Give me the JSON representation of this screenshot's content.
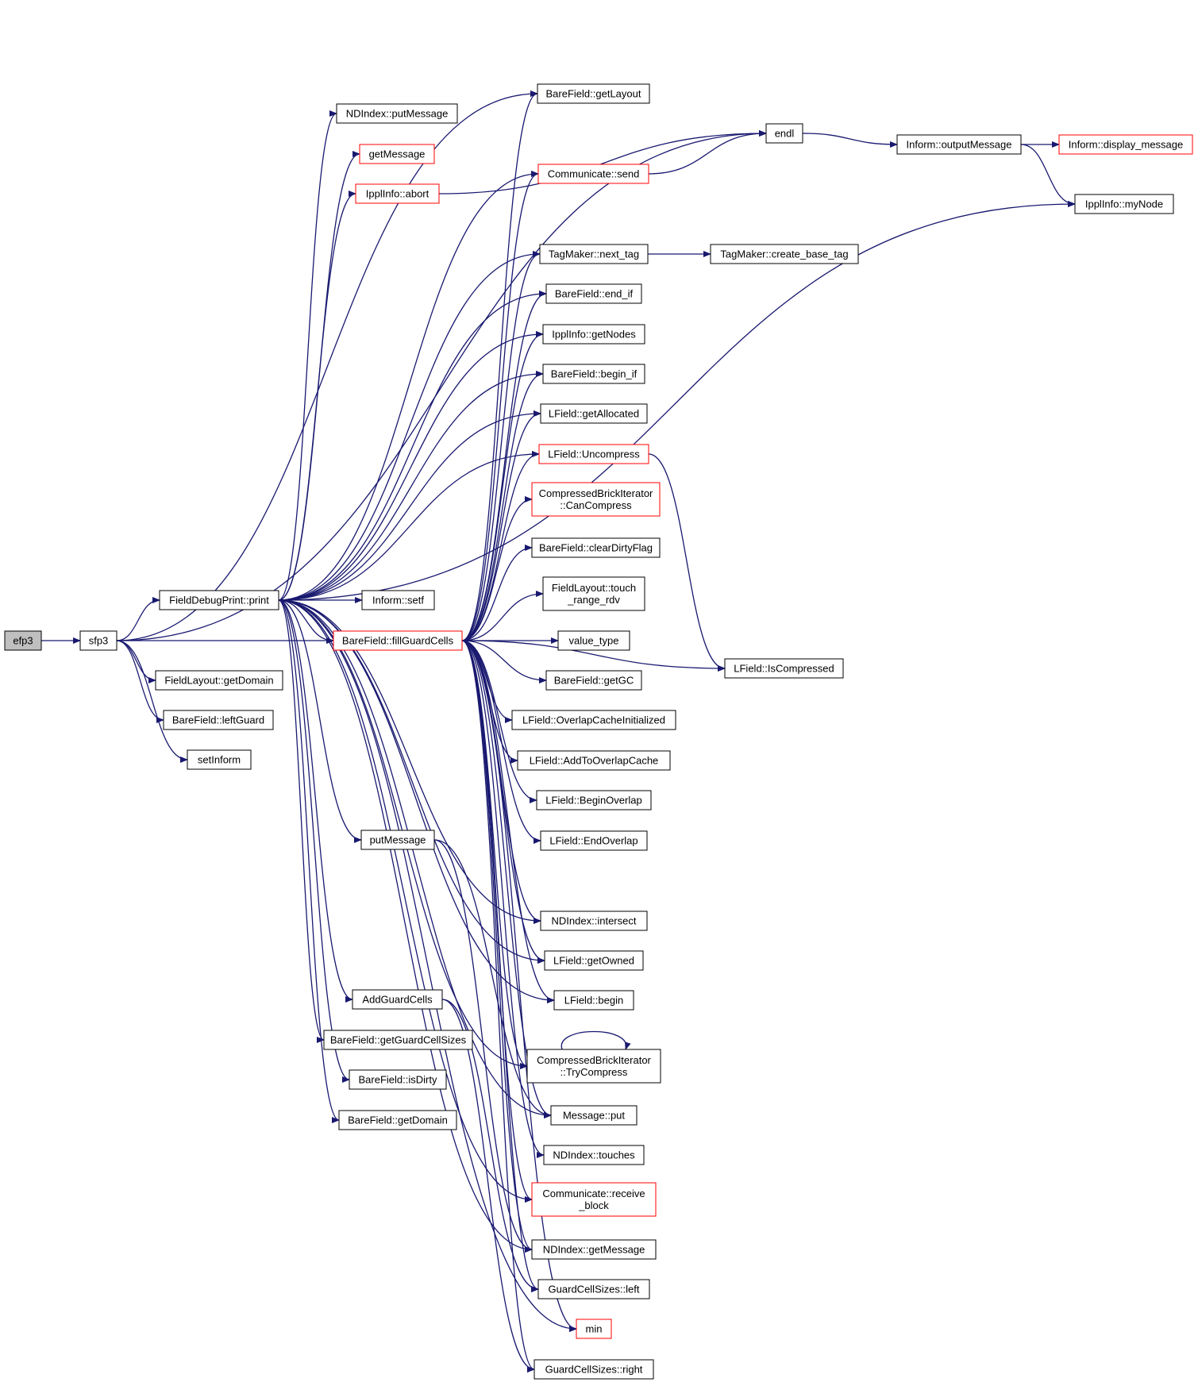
{
  "colors": {
    "edge": "#191970",
    "border_normal": "#000000",
    "border_truncated": "#ff0000",
    "fill_root": "#bfbfbf",
    "fill_node": "#ffffff",
    "text": "#000000"
  },
  "nodes": [
    {
      "id": "efp3",
      "lines": [
        "efp3"
      ],
      "style": "root"
    },
    {
      "id": "sfp3",
      "lines": [
        "sfp3"
      ],
      "style": "normal"
    },
    {
      "id": "fdp_print",
      "lines": [
        "FieldDebugPrint::print"
      ],
      "style": "normal"
    },
    {
      "id": "fl_getDomain",
      "lines": [
        "FieldLayout::getDomain"
      ],
      "style": "normal"
    },
    {
      "id": "bf_leftGuard",
      "lines": [
        "BareField::leftGuard"
      ],
      "style": "normal"
    },
    {
      "id": "setInform",
      "lines": [
        "setInform"
      ],
      "style": "normal"
    },
    {
      "id": "ndi_putMessage",
      "lines": [
        "NDIndex::putMessage"
      ],
      "style": "normal"
    },
    {
      "id": "getMessage",
      "lines": [
        "getMessage"
      ],
      "style": "truncated"
    },
    {
      "id": "ippl_abort",
      "lines": [
        "IpplInfo::abort"
      ],
      "style": "truncated"
    },
    {
      "id": "inform_setf",
      "lines": [
        "Inform::setf"
      ],
      "style": "normal"
    },
    {
      "id": "bf_fillGuardCells",
      "lines": [
        "BareField::fillGuardCells"
      ],
      "style": "truncated"
    },
    {
      "id": "putMessage",
      "lines": [
        "putMessage"
      ],
      "style": "normal"
    },
    {
      "id": "addGuardCells",
      "lines": [
        "AddGuardCells"
      ],
      "style": "normal"
    },
    {
      "id": "bf_getGuardCellSizes",
      "lines": [
        "BareField::getGuardCellSizes"
      ],
      "style": "normal"
    },
    {
      "id": "bf_isDirty",
      "lines": [
        "BareField::isDirty"
      ],
      "style": "normal"
    },
    {
      "id": "bf_getDomain",
      "lines": [
        "BareField::getDomain"
      ],
      "style": "normal"
    },
    {
      "id": "bf_getLayout",
      "lines": [
        "BareField::getLayout"
      ],
      "style": "normal"
    },
    {
      "id": "comm_send",
      "lines": [
        "Communicate::send"
      ],
      "style": "truncated"
    },
    {
      "id": "tag_next",
      "lines": [
        "TagMaker::next_tag"
      ],
      "style": "normal"
    },
    {
      "id": "bf_end_if",
      "lines": [
        "BareField::end_if"
      ],
      "style": "normal"
    },
    {
      "id": "ippl_getNodes",
      "lines": [
        "IpplInfo::getNodes"
      ],
      "style": "normal"
    },
    {
      "id": "bf_begin_if",
      "lines": [
        "BareField::begin_if"
      ],
      "style": "normal"
    },
    {
      "id": "lf_getAllocated",
      "lines": [
        "LField::getAllocated"
      ],
      "style": "normal"
    },
    {
      "id": "lf_uncompress",
      "lines": [
        "LField::Uncompress"
      ],
      "style": "truncated"
    },
    {
      "id": "cbi_canCompress",
      "lines": [
        "CompressedBrickIterator",
        "::CanCompress"
      ],
      "style": "truncated"
    },
    {
      "id": "bf_clearDirty",
      "lines": [
        "BareField::clearDirtyFlag"
      ],
      "style": "normal"
    },
    {
      "id": "fl_touch",
      "lines": [
        "FieldLayout::touch",
        "_range_rdv"
      ],
      "style": "normal"
    },
    {
      "id": "value_type",
      "lines": [
        "value_type"
      ],
      "style": "normal"
    },
    {
      "id": "bf_getGC",
      "lines": [
        "BareField::getGC"
      ],
      "style": "normal"
    },
    {
      "id": "lf_overlapInit",
      "lines": [
        "LField::OverlapCacheInitialized"
      ],
      "style": "normal"
    },
    {
      "id": "lf_addOverlap",
      "lines": [
        "LField::AddToOverlapCache"
      ],
      "style": "normal"
    },
    {
      "id": "lf_beginOverlap",
      "lines": [
        "LField::BeginOverlap"
      ],
      "style": "normal"
    },
    {
      "id": "lf_endOverlap",
      "lines": [
        "LField::EndOverlap"
      ],
      "style": "normal"
    },
    {
      "id": "ndi_intersect",
      "lines": [
        "NDIndex::intersect"
      ],
      "style": "normal"
    },
    {
      "id": "lf_getOwned",
      "lines": [
        "LField::getOwned"
      ],
      "style": "normal"
    },
    {
      "id": "lf_begin",
      "lines": [
        "LField::begin"
      ],
      "style": "normal"
    },
    {
      "id": "cbi_tryCompress",
      "lines": [
        "CompressedBrickIterator",
        "::TryCompress"
      ],
      "style": "normal"
    },
    {
      "id": "msg_put",
      "lines": [
        "Message::put"
      ],
      "style": "normal"
    },
    {
      "id": "ndi_touches",
      "lines": [
        "NDIndex::touches"
      ],
      "style": "normal"
    },
    {
      "id": "comm_receive",
      "lines": [
        "Communicate::receive",
        "_block"
      ],
      "style": "truncated"
    },
    {
      "id": "ndi_getMessage",
      "lines": [
        "NDIndex::getMessage"
      ],
      "style": "normal"
    },
    {
      "id": "gcs_left",
      "lines": [
        "GuardCellSizes::left"
      ],
      "style": "normal"
    },
    {
      "id": "min",
      "lines": [
        "min"
      ],
      "style": "truncated"
    },
    {
      "id": "gcs_right",
      "lines": [
        "GuardCellSizes::right"
      ],
      "style": "normal"
    },
    {
      "id": "endl",
      "lines": [
        "endl"
      ],
      "style": "normal"
    },
    {
      "id": "tag_create",
      "lines": [
        "TagMaker::create_base_tag"
      ],
      "style": "normal"
    },
    {
      "id": "lf_isCompressed",
      "lines": [
        "LField::IsCompressed"
      ],
      "style": "normal"
    },
    {
      "id": "inform_output",
      "lines": [
        "Inform::outputMessage"
      ],
      "style": "normal"
    },
    {
      "id": "ippl_myNode",
      "lines": [
        "IpplInfo::myNode"
      ],
      "style": "normal"
    },
    {
      "id": "inform_display",
      "lines": [
        "Inform::display_message"
      ],
      "style": "truncated"
    }
  ],
  "edges": [
    [
      "efp3",
      "sfp3"
    ],
    [
      "sfp3",
      "fdp_print"
    ],
    [
      "sfp3",
      "fl_getDomain"
    ],
    [
      "sfp3",
      "bf_leftGuard"
    ],
    [
      "sfp3",
      "setInform"
    ],
    [
      "sfp3",
      "endl"
    ],
    [
      "sfp3",
      "bf_getLayout"
    ],
    [
      "sfp3",
      "bf_fillGuardCells"
    ],
    [
      "fdp_print",
      "ndi_putMessage"
    ],
    [
      "fdp_print",
      "getMessage"
    ],
    [
      "fdp_print",
      "ippl_abort"
    ],
    [
      "fdp_print",
      "inform_setf"
    ],
    [
      "fdp_print",
      "bf_fillGuardCells"
    ],
    [
      "fdp_print",
      "putMessage"
    ],
    [
      "fdp_print",
      "addGuardCells"
    ],
    [
      "fdp_print",
      "bf_getGuardCellSizes"
    ],
    [
      "fdp_print",
      "bf_isDirty"
    ],
    [
      "fdp_print",
      "bf_getDomain"
    ],
    [
      "fdp_print",
      "comm_send"
    ],
    [
      "fdp_print",
      "tag_next"
    ],
    [
      "fdp_print",
      "bf_end_if"
    ],
    [
      "fdp_print",
      "ippl_getNodes"
    ],
    [
      "fdp_print",
      "bf_begin_if"
    ],
    [
      "fdp_print",
      "lf_getAllocated"
    ],
    [
      "fdp_print",
      "lf_uncompress"
    ],
    [
      "fdp_print",
      "ippl_myNode"
    ],
    [
      "fdp_print",
      "ndi_intersect"
    ],
    [
      "fdp_print",
      "lf_getOwned"
    ],
    [
      "fdp_print",
      "lf_begin"
    ],
    [
      "fdp_print",
      "cbi_tryCompress"
    ],
    [
      "fdp_print",
      "msg_put"
    ],
    [
      "fdp_print",
      "comm_receive"
    ],
    [
      "fdp_print",
      "ndi_getMessage"
    ],
    [
      "fdp_print",
      "min"
    ],
    [
      "ippl_abort",
      "endl"
    ],
    [
      "bf_fillGuardCells",
      "bf_getLayout"
    ],
    [
      "bf_fillGuardCells",
      "comm_send"
    ],
    [
      "bf_fillGuardCells",
      "tag_next"
    ],
    [
      "bf_fillGuardCells",
      "bf_end_if"
    ],
    [
      "bf_fillGuardCells",
      "ippl_getNodes"
    ],
    [
      "bf_fillGuardCells",
      "bf_begin_if"
    ],
    [
      "bf_fillGuardCells",
      "lf_getAllocated"
    ],
    [
      "bf_fillGuardCells",
      "lf_uncompress"
    ],
    [
      "bf_fillGuardCells",
      "cbi_canCompress"
    ],
    [
      "bf_fillGuardCells",
      "bf_clearDirty"
    ],
    [
      "bf_fillGuardCells",
      "fl_touch"
    ],
    [
      "bf_fillGuardCells",
      "value_type"
    ],
    [
      "bf_fillGuardCells",
      "bf_getGC"
    ],
    [
      "bf_fillGuardCells",
      "lf_overlapInit"
    ],
    [
      "bf_fillGuardCells",
      "lf_addOverlap"
    ],
    [
      "bf_fillGuardCells",
      "lf_beginOverlap"
    ],
    [
      "bf_fillGuardCells",
      "lf_endOverlap"
    ],
    [
      "bf_fillGuardCells",
      "ndi_intersect"
    ],
    [
      "bf_fillGuardCells",
      "lf_getOwned"
    ],
    [
      "bf_fillGuardCells",
      "lf_begin"
    ],
    [
      "bf_fillGuardCells",
      "cbi_tryCompress"
    ],
    [
      "bf_fillGuardCells",
      "msg_put"
    ],
    [
      "bf_fillGuardCells",
      "ndi_touches"
    ],
    [
      "bf_fillGuardCells",
      "comm_receive"
    ],
    [
      "bf_fillGuardCells",
      "ndi_getMessage"
    ],
    [
      "bf_fillGuardCells",
      "gcs_left"
    ],
    [
      "bf_fillGuardCells",
      "min"
    ],
    [
      "bf_fillGuardCells",
      "gcs_right"
    ],
    [
      "bf_fillGuardCells",
      "lf_isCompressed"
    ],
    [
      "putMessage",
      "msg_put"
    ],
    [
      "putMessage",
      "ndi_getMessage"
    ],
    [
      "addGuardCells",
      "gcs_left"
    ],
    [
      "addGuardCells",
      "gcs_right"
    ],
    [
      "comm_send",
      "endl"
    ],
    [
      "tag_next",
      "tag_create"
    ],
    [
      "lf_uncompress",
      "lf_isCompressed"
    ],
    [
      "cbi_tryCompress",
      "cbi_tryCompress"
    ],
    [
      "endl",
      "inform_output"
    ],
    [
      "inform_output",
      "inform_display"
    ],
    [
      "inform_output",
      "ippl_myNode"
    ]
  ]
}
